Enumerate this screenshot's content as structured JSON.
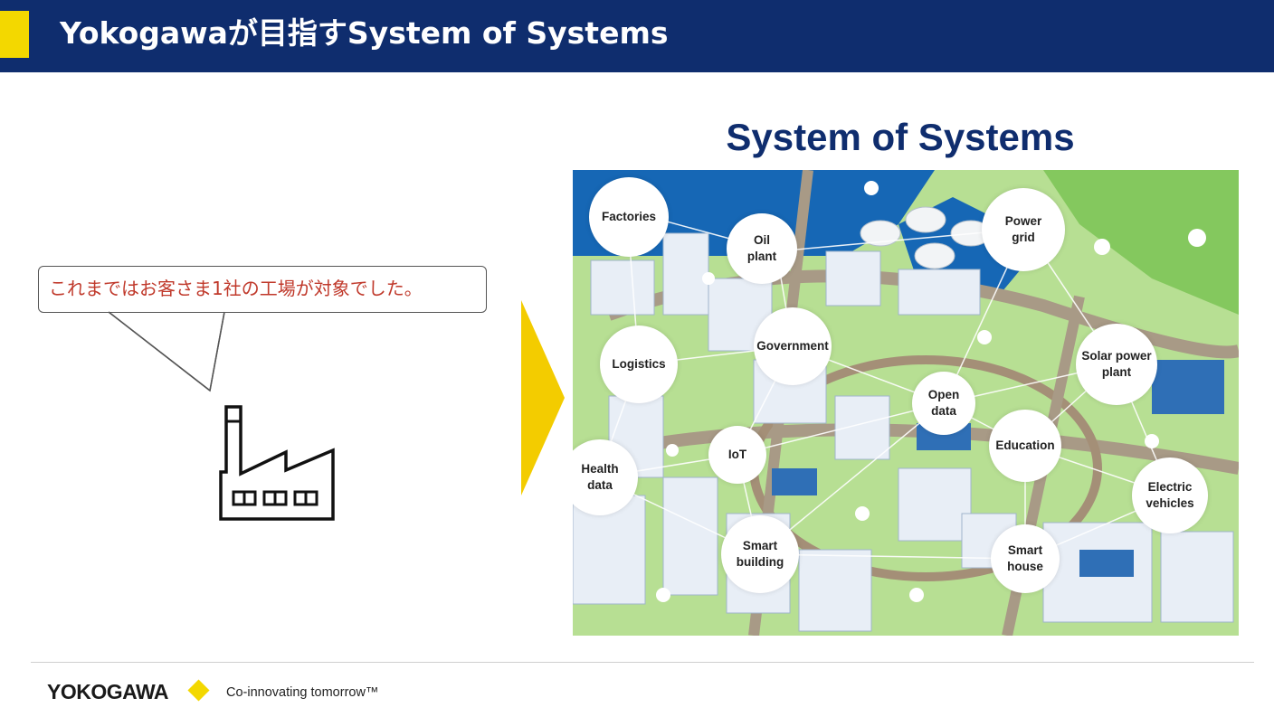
{
  "header": {
    "title": "Yokogawaが目指すSystem of Systems",
    "accent_color": "#f3d800",
    "background_color": "#0f2d6e"
  },
  "left_panel": {
    "speech_bubble": "これまではお客さま1社の工場が対象でした。",
    "speech_color": "#c0392b",
    "icon": "factory-icon"
  },
  "transition_icon": "yellow-arrow-icon",
  "right_panel": {
    "title": "System of Systems",
    "nodes": [
      {
        "label": "Factories"
      },
      {
        "label": "Oil\nplant"
      },
      {
        "label": "Power\ngrid"
      },
      {
        "label": "Logistics"
      },
      {
        "label": "Government"
      },
      {
        "label": "Solar power\nplant"
      },
      {
        "label": "Open\ndata"
      },
      {
        "label": "Health\ndata"
      },
      {
        "label": "IoT"
      },
      {
        "label": "Education"
      },
      {
        "label": "Electric\nvehicles"
      },
      {
        "label": "Smart\nbuilding"
      },
      {
        "label": "Smart\nhouse"
      }
    ]
  },
  "footer": {
    "brand": "YOKOGAWA",
    "tagline": "Co-innovating tomorrow™",
    "brand_accent_color": "#f3d800"
  }
}
